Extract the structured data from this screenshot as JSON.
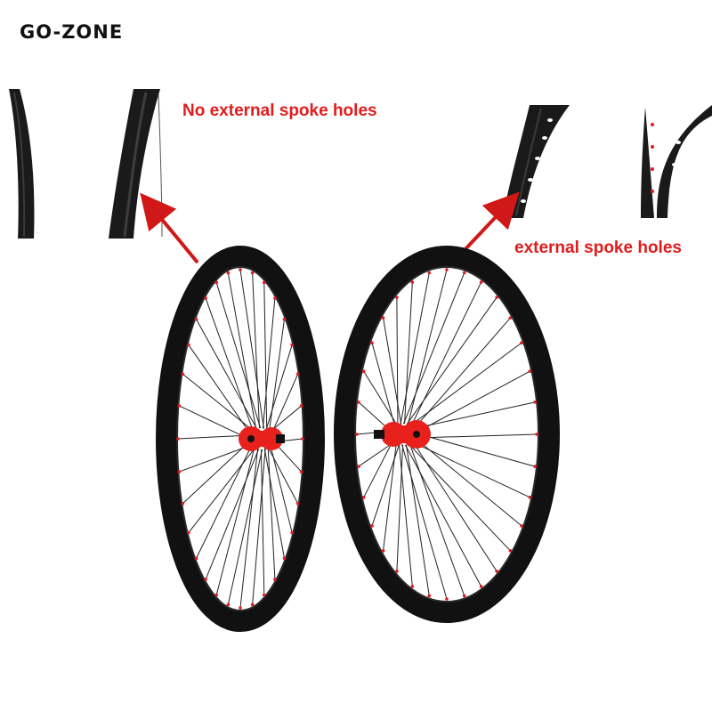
{
  "brand": {
    "logo_text": "GO-ZONE"
  },
  "annotations": {
    "no_holes_label": "No external spoke holes",
    "holes_label": "external spoke holes"
  },
  "colors": {
    "label_red": "#e31b1b",
    "arrow_red": "#d01818",
    "hub_red": "#e8211c",
    "rim_black": "#111111"
  }
}
